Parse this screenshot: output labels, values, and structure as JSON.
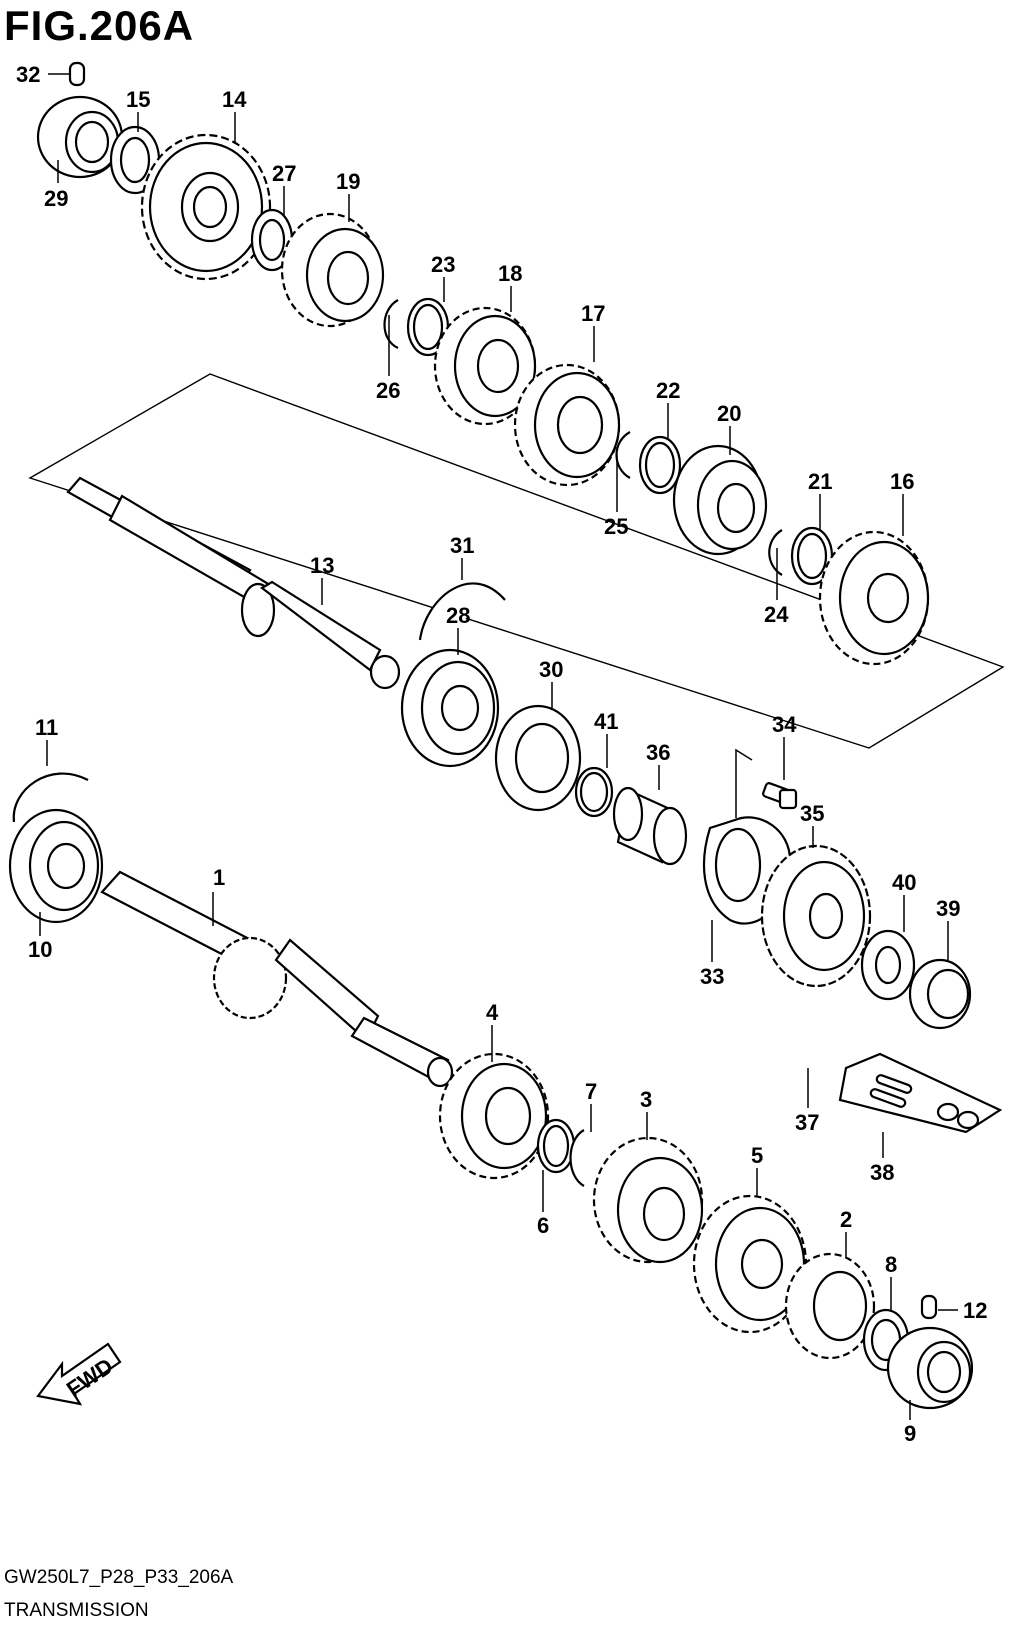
{
  "figure": {
    "title": "FIG.206A",
    "code": "GW250L7_P28_P33_206A",
    "name": "TRANSMISSION",
    "direction_label": "FWD"
  },
  "callouts": [
    "1",
    "2",
    "3",
    "4",
    "5",
    "6",
    "7",
    "8",
    "9",
    "10",
    "11",
    "12",
    "13",
    "14",
    "15",
    "16",
    "17",
    "18",
    "19",
    "20",
    "21",
    "22",
    "23",
    "24",
    "25",
    "26",
    "27",
    "28",
    "29",
    "30",
    "31",
    "32",
    "33",
    "34",
    "35",
    "36",
    "37",
    "38",
    "39",
    "40",
    "41"
  ]
}
